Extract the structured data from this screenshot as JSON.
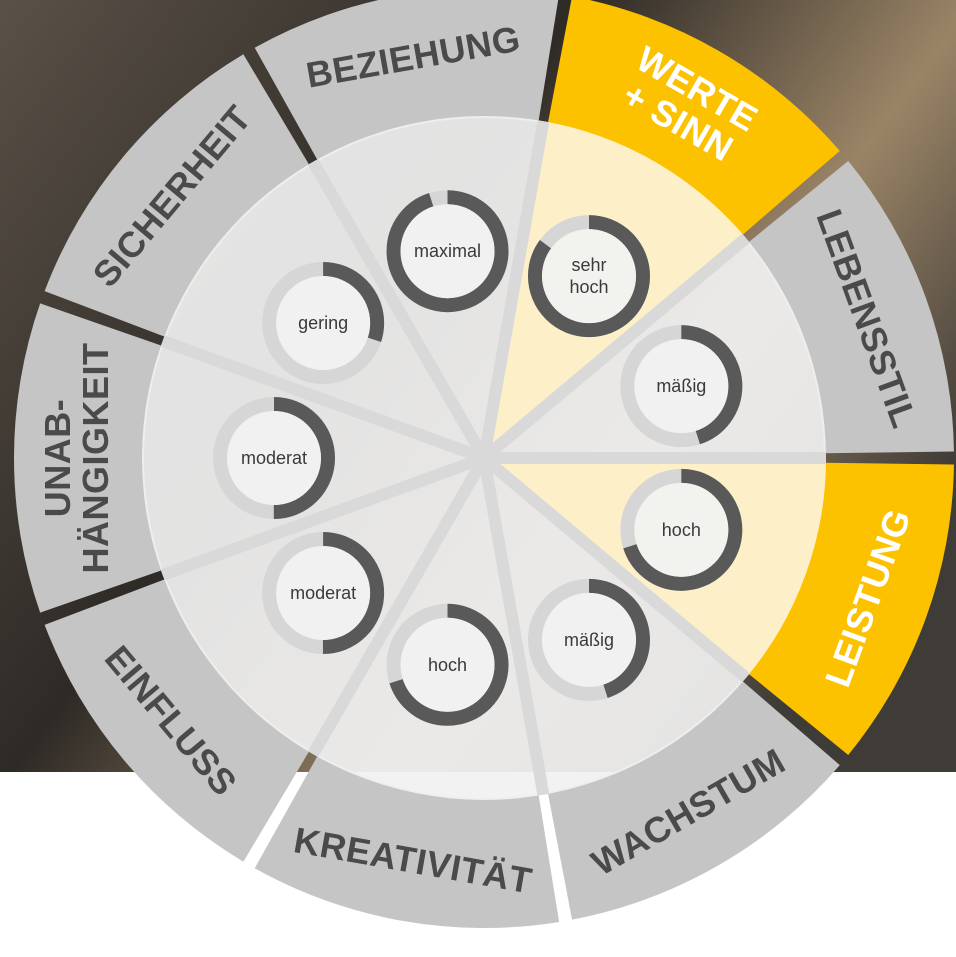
{
  "colors": {
    "segment_grey": "#c5c5c5",
    "segment_highlight": "#fcc200",
    "segment_text": "#4a4a4a",
    "segment_text_highlight": "#ffffff",
    "inner_disc": "#f1f1f1",
    "inner_highlight": "#fdf0c8",
    "spoke": "#d9d9d9",
    "ring_track": "#d6d6d6",
    "ring_fill": "#595959",
    "ring_center": "#f1f1f1",
    "background_photo_tones": [
      "#5a5147",
      "#2e2a26",
      "#9a8466",
      "#3f3b37"
    ]
  },
  "wheel": {
    "segments": [
      {
        "id": "sicherheit",
        "lines": [
          "SICHERHEIT"
        ],
        "highlight": false,
        "level_text": [
          "gering"
        ],
        "level": 0.3
      },
      {
        "id": "beziehung",
        "lines": [
          "BEZIEHUNG"
        ],
        "highlight": false,
        "level_text": [
          "maximal"
        ],
        "level": 0.95
      },
      {
        "id": "werte-sinn",
        "lines": [
          "WERTE",
          "+ SINN"
        ],
        "highlight": true,
        "level_text": [
          "sehr",
          "hoch"
        ],
        "level": 0.85
      },
      {
        "id": "lebensstil",
        "lines": [
          "LEBENSSTIL"
        ],
        "highlight": false,
        "level_text": [
          "mäßig"
        ],
        "level": 0.45
      },
      {
        "id": "leistung",
        "lines": [
          "LEISTUNG"
        ],
        "highlight": true,
        "level_text": [
          "hoch"
        ],
        "level": 0.7
      },
      {
        "id": "wachstum",
        "lines": [
          "WACHSTUM"
        ],
        "highlight": false,
        "level_text": [
          "mäßig"
        ],
        "level": 0.45
      },
      {
        "id": "kreativitaet",
        "lines": [
          "KREATIVITÄT"
        ],
        "highlight": false,
        "level_text": [
          "hoch"
        ],
        "level": 0.7
      },
      {
        "id": "einfluss",
        "lines": [
          "EINFLUSS"
        ],
        "highlight": false,
        "level_text": [
          "moderat"
        ],
        "level": 0.5
      },
      {
        "id": "unabhaengigkeit",
        "lines": [
          "UNAB-",
          "HÄNGIGKEIT"
        ],
        "highlight": false,
        "level_text": [
          "moderat"
        ],
        "level": 0.5
      }
    ]
  }
}
